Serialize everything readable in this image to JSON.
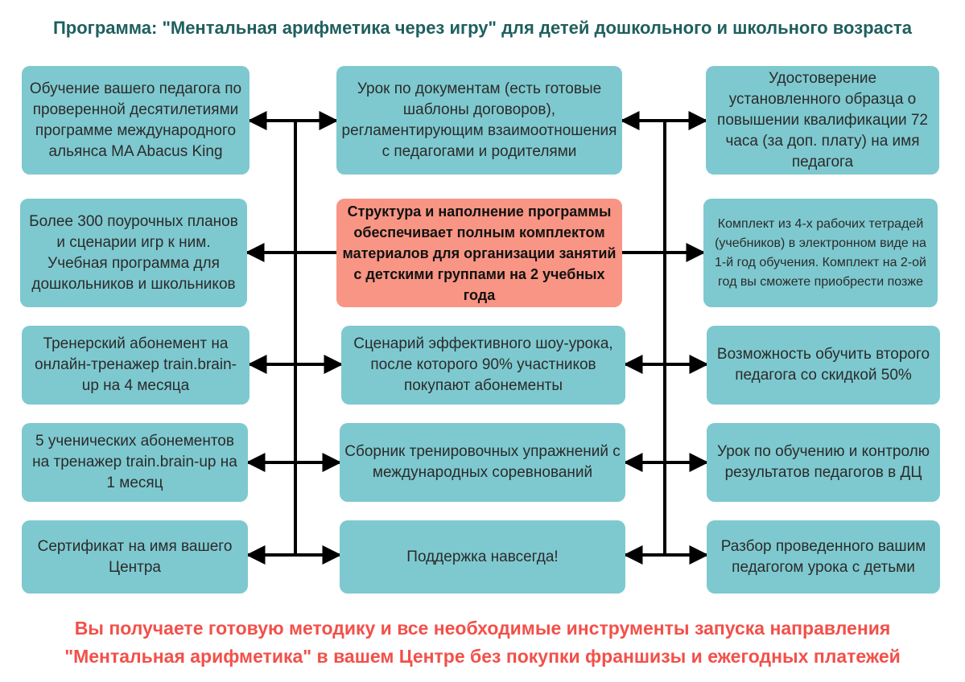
{
  "title": "Программа: \"Ментальная арифметика через игру\" для детей дошкольного и школьного возраста",
  "left": [
    "Обучение вашего педагога по проверенной десятилетиями программе международного альянса MA Abacus King",
    "Более 300 поурочных планов и сценарии игр к ним. Учебная программа для дошкольников и школьников",
    "Тренерский абонемент на онлайн-тренажер train.brain-up на 4 месяца",
    "5 ученических абонементов на тренажер train.brain-up на 1 месяц",
    "Сертификат на имя вашего Центра"
  ],
  "middle": [
    "Урок по документам (есть готовые шаблоны договоров), регламентирующим взаимоотношения с педагогами и родителями",
    "Структура и наполнение программы обеспечивает полным комплектом материалов для организации занятий с детскими группами на 2 учебных года",
    "Сценарий эффективного шоу-урока, после которого 90% участников покупают абонементы",
    "Сборник тренировочных упражнений с международных соревнований",
    "Поддержка навсегда!"
  ],
  "right": [
    "Удостоверение установленного образца о повышении квалификации 72 часа (за доп. плату) на имя педагога",
    "Комплект из 4-х рабочих тетрадей (учебников) в электронном виде на 1-й год обучения. Комплект на 2-ой год вы сможете приобрести позже",
    "Возможность обучить второго педагога со скидкой 50%",
    "Урок по обучению и контролю результатов педагогов в ДЦ",
    "Разбор проведенного вашим педагогом урока с детьми"
  ],
  "footer": [
    "Вы получаете готовую методику и все необходимые инструменты запуска направления",
    "\"Ментальная арифметика\" в вашем Центре без покупки франшизы и ежегодных платежей"
  ],
  "colors": {
    "box": "#7ec9cf",
    "center_box": "#f99584",
    "title": "#1f5f5f",
    "footer": "#f2504a",
    "arrow": "#000000"
  }
}
